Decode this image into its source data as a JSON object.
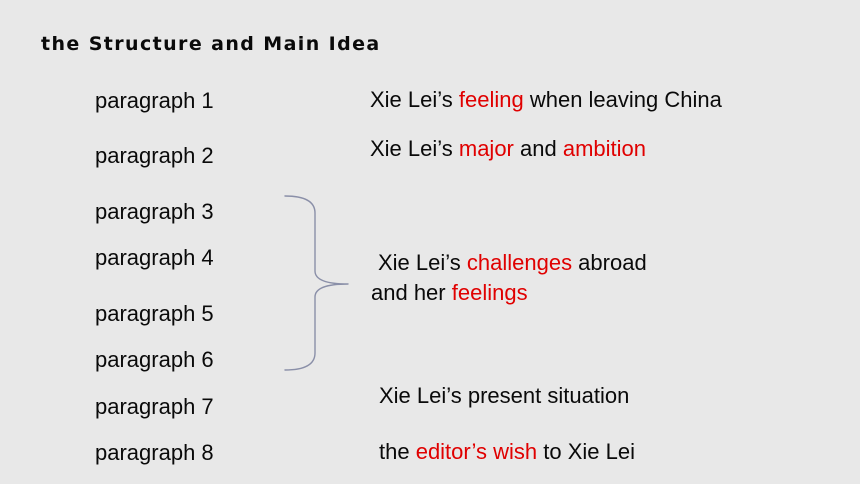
{
  "slide": {
    "title": "the Structure and Main Idea"
  },
  "paragraphs": [
    "paragraph 1",
    "paragraph 2",
    "paragraph 3",
    "paragraph 4",
    "paragraph 5",
    "paragraph 6",
    "paragraph 7",
    "paragraph 8"
  ],
  "ideas": {
    "p1": {
      "prefix": "Xie Lei’s ",
      "highlight": "feeling",
      "suffix": " when leaving China"
    },
    "p2": {
      "prefix": "Xie Lei’s ",
      "highlight1": "major",
      "middle": " and ",
      "highlight2": "ambition"
    },
    "p3_6": {
      "line1_prefix": "Xie Lei’s ",
      "line1_highlight": "challenges",
      "line1_suffix": " abroad",
      "line2_prefix": "and her ",
      "line2_highlight": "feelings"
    },
    "p7": {
      "text": "Xie Lei’s present situation"
    },
    "p8": {
      "prefix": "the ",
      "highlight": "editor’s wish",
      "suffix": " to Xie Lei"
    }
  },
  "colors": {
    "background": "#e8e8e8",
    "text": "#0a0a0a",
    "highlight": "#e00000",
    "brace": "#8a8fa8"
  }
}
